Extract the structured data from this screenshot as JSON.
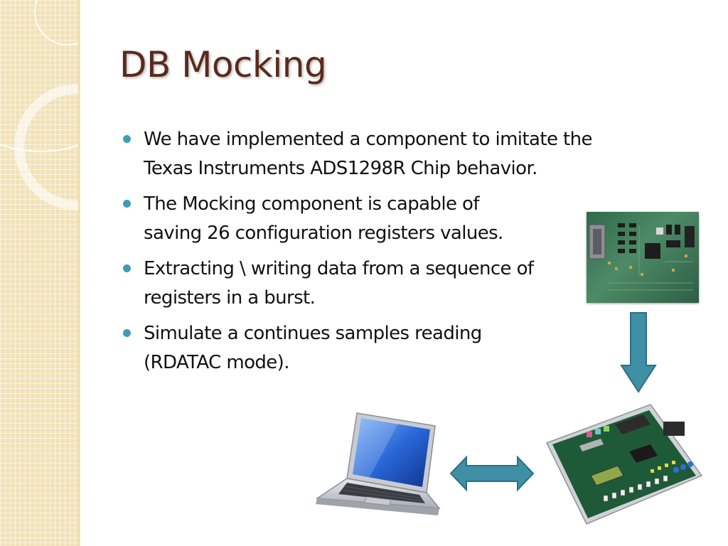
{
  "slide": {
    "title": "DB Mocking",
    "bullets": [
      {
        "text": "We have implemented a component to imitate the\nTexas Instruments ADS1298R Chip behavior."
      },
      {
        "text": "The Mocking component is capable of\nsaving 26 configuration registers values."
      },
      {
        "text": "Extracting \\ writing data from a sequence of\nregisters in a burst."
      },
      {
        "text": "Simulate a continues samples reading\n(RDATAC mode)."
      }
    ]
  },
  "colors": {
    "title": "#5b2a1c",
    "bullet_marker": "#3d9cb8",
    "arrow": "#3f8fa6",
    "side_band": "#f1e2b8"
  },
  "images": [
    {
      "name": "ads1298r-board-image"
    },
    {
      "name": "laptop-image"
    },
    {
      "name": "fpga-board-image"
    }
  ]
}
